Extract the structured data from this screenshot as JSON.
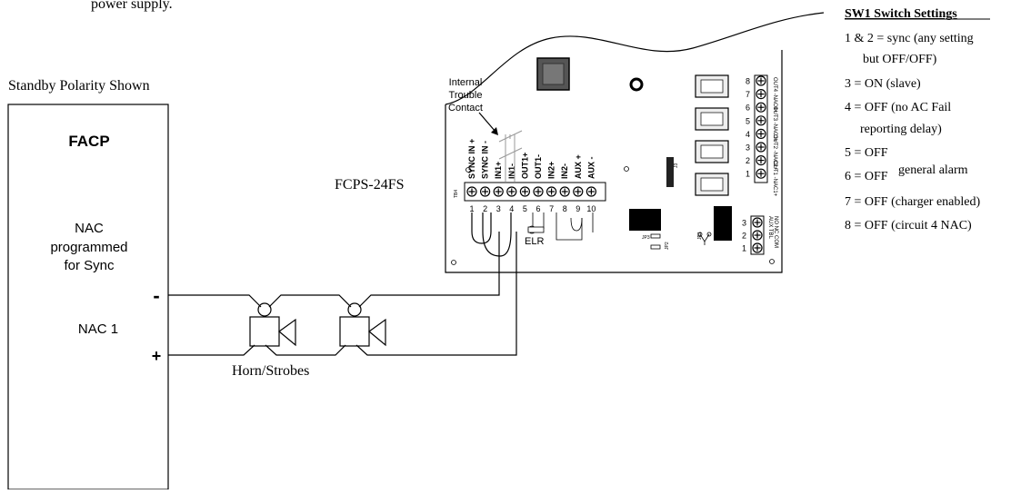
{
  "top_text": "power supply.",
  "standby_label": "Standby Polarity Shown",
  "facp": {
    "title": "FACP",
    "nac_line1": "NAC",
    "nac_line2": "programmed",
    "nac_line3": "for Sync",
    "nac_name": "NAC 1",
    "minus": "-",
    "plus": "+"
  },
  "device_label": "FCPS-24FS",
  "internal_trouble": [
    "Internal",
    "Trouble",
    "Contact"
  ],
  "horn_strobes": "Horn/Strobes",
  "elr": "ELR",
  "tb4": {
    "name": "TB4",
    "labels": [
      "SYNC IN +",
      "SYNC IN -",
      "IN1+",
      "IN1-",
      "OUT1+",
      "OUT1-",
      "IN2+",
      "IN2-",
      "AUX +",
      "AUX -"
    ],
    "numbers": [
      "1",
      "2",
      "3",
      "4",
      "5",
      "6",
      "7",
      "8",
      "9",
      "10"
    ]
  },
  "outputs": {
    "numbers": [
      "8",
      "7",
      "6",
      "5",
      "4",
      "3",
      "2",
      "1"
    ],
    "labels": [
      "OUT4 -NAC4+",
      "OUT3 -NAC3+",
      "OUT2 -NAC2+",
      "OUT1 -NAC1+"
    ]
  },
  "aux_trbl": {
    "numbers": [
      "3",
      "2",
      "1"
    ],
    "label1": "AUX TBL",
    "label2": "NO NC COM"
  },
  "jumpers": [
    "J3",
    "JP3",
    "JP2",
    "JP1"
  ],
  "sw1": {
    "title": "SW1 Switch Settings",
    "lines": [
      "1 & 2 = sync (any setting",
      "but OFF/OFF)",
      "3 = ON (slave)",
      "4 = OFF (no AC Fail",
      "reporting delay)",
      "5 = OFF",
      "6 = OFF",
      "general alarm",
      "7 = OFF (charger enabled)",
      "8 = OFF (circuit 4 NAC)"
    ]
  }
}
